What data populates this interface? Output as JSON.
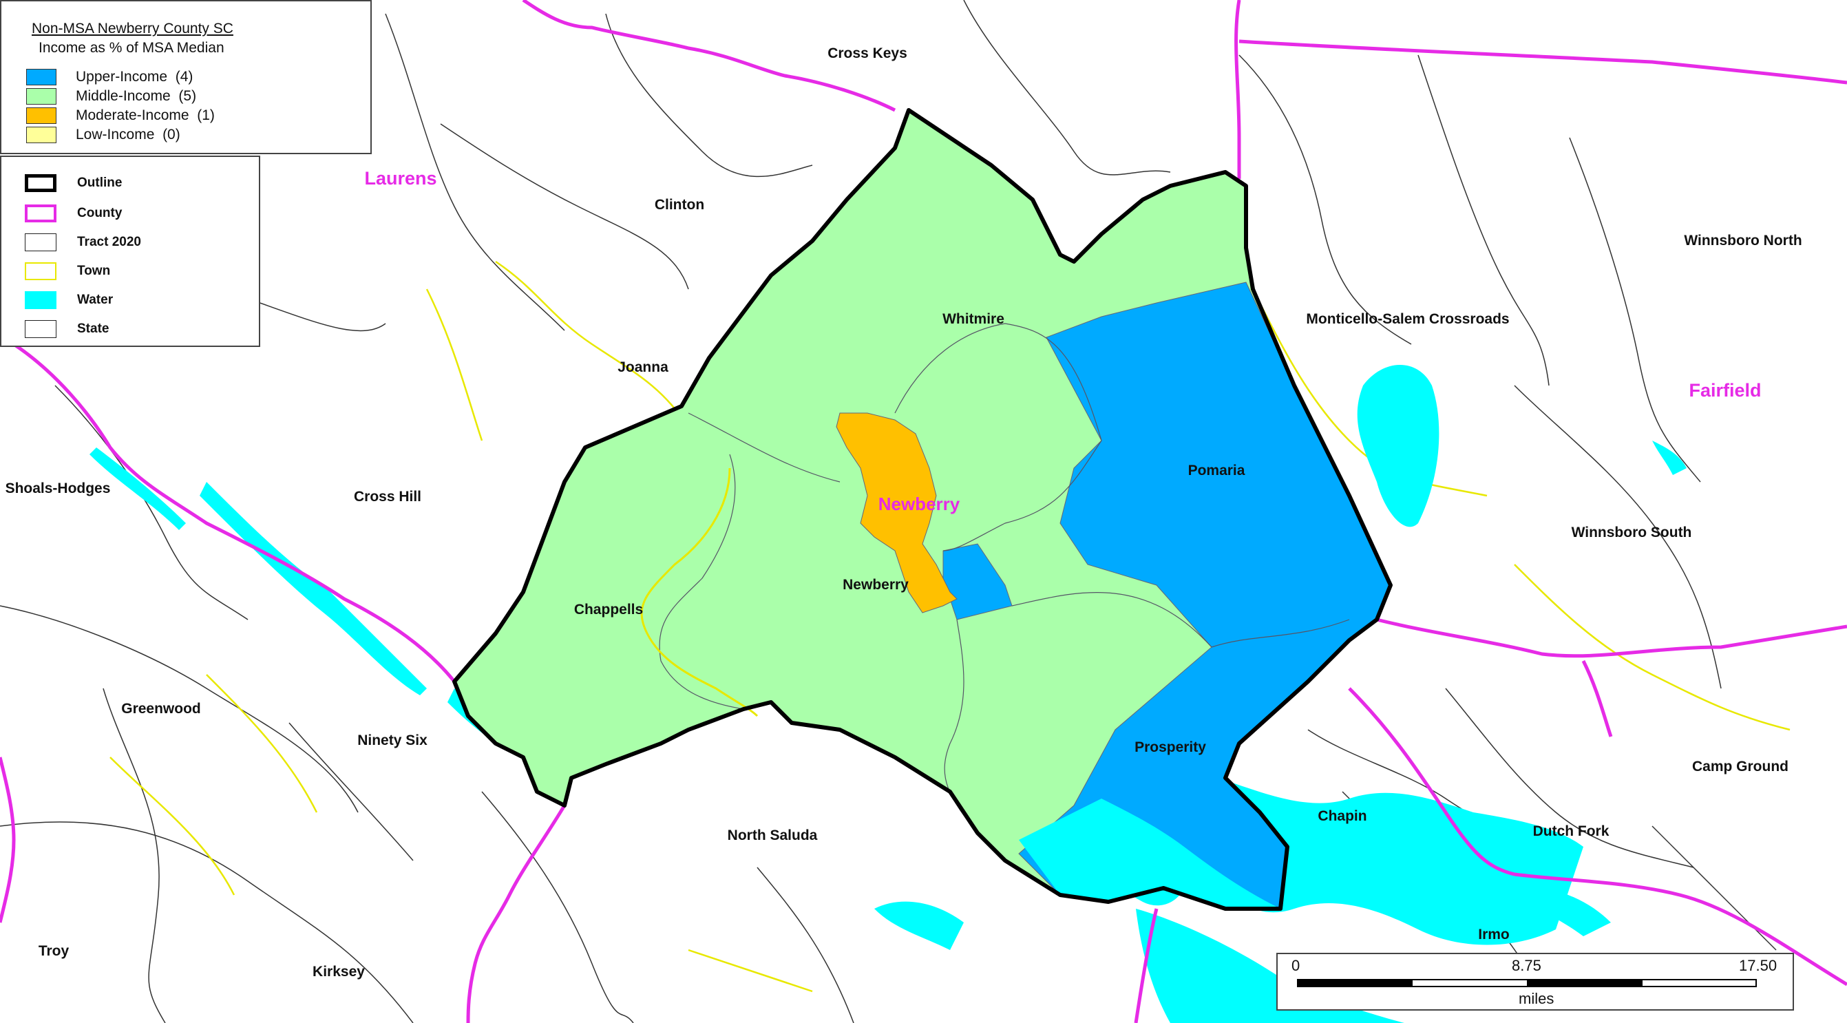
{
  "legend": {
    "title": "Non-MSA Newberry County SC",
    "subtitle": "Income as % of MSA Median",
    "income_classes": [
      {
        "label": "Upper-Income",
        "count": "(4)",
        "color": "#00aaff"
      },
      {
        "label": "Middle-Income",
        "count": "(5)",
        "color": "#aaffaa"
      },
      {
        "label": "Moderate-Income",
        "count": "(1)",
        "color": "#ffc000"
      },
      {
        "label": "Low-Income",
        "count": "(0)",
        "color": "#ffff99"
      }
    ],
    "layers": [
      {
        "label": "Outline",
        "style": "outline"
      },
      {
        "label": "County",
        "style": "county"
      },
      {
        "label": "Tract 2020",
        "style": "tract"
      },
      {
        "label": "Town",
        "style": "town"
      },
      {
        "label": "Water",
        "style": "water"
      },
      {
        "label": "State",
        "style": "state"
      }
    ]
  },
  "colors": {
    "upper": "#00aaff",
    "middle": "#aaffaa",
    "moderate": "#ffc000",
    "low": "#ffff99",
    "water": "#00ffff",
    "county": "#e62be6",
    "town": "#e8e800",
    "outline": "#000000"
  },
  "counties": [
    "Laurens",
    "Fairfield",
    "Newberry"
  ],
  "places": {
    "cross_keys": "Cross Keys",
    "clinton": "Clinton",
    "winnsboro_north": "Winnsboro North",
    "whitmire": "Whitmire",
    "monticello": "Monticello-Salem Crossroads",
    "joanna": "Joanna",
    "pomaria": "Pomaria",
    "shoals_hodges": "Shoals-Hodges",
    "cross_hill": "Cross Hill",
    "winnsboro_south": "Winnsboro South",
    "newberry_town": "Newberry",
    "chappells": "Chappells",
    "greenwood": "Greenwood",
    "ninety_six": "Ninety Six",
    "prosperity": "Prosperity",
    "camp_ground": "Camp Ground",
    "chapin": "Chapin",
    "dutch_fork": "Dutch Fork",
    "north_saluda": "North Saluda",
    "irmo": "Irmo",
    "troy": "Troy",
    "kirksey": "Kirksey"
  },
  "scalebar": {
    "ticks": [
      "0",
      "8.75",
      "17.50"
    ],
    "unit": "miles"
  }
}
